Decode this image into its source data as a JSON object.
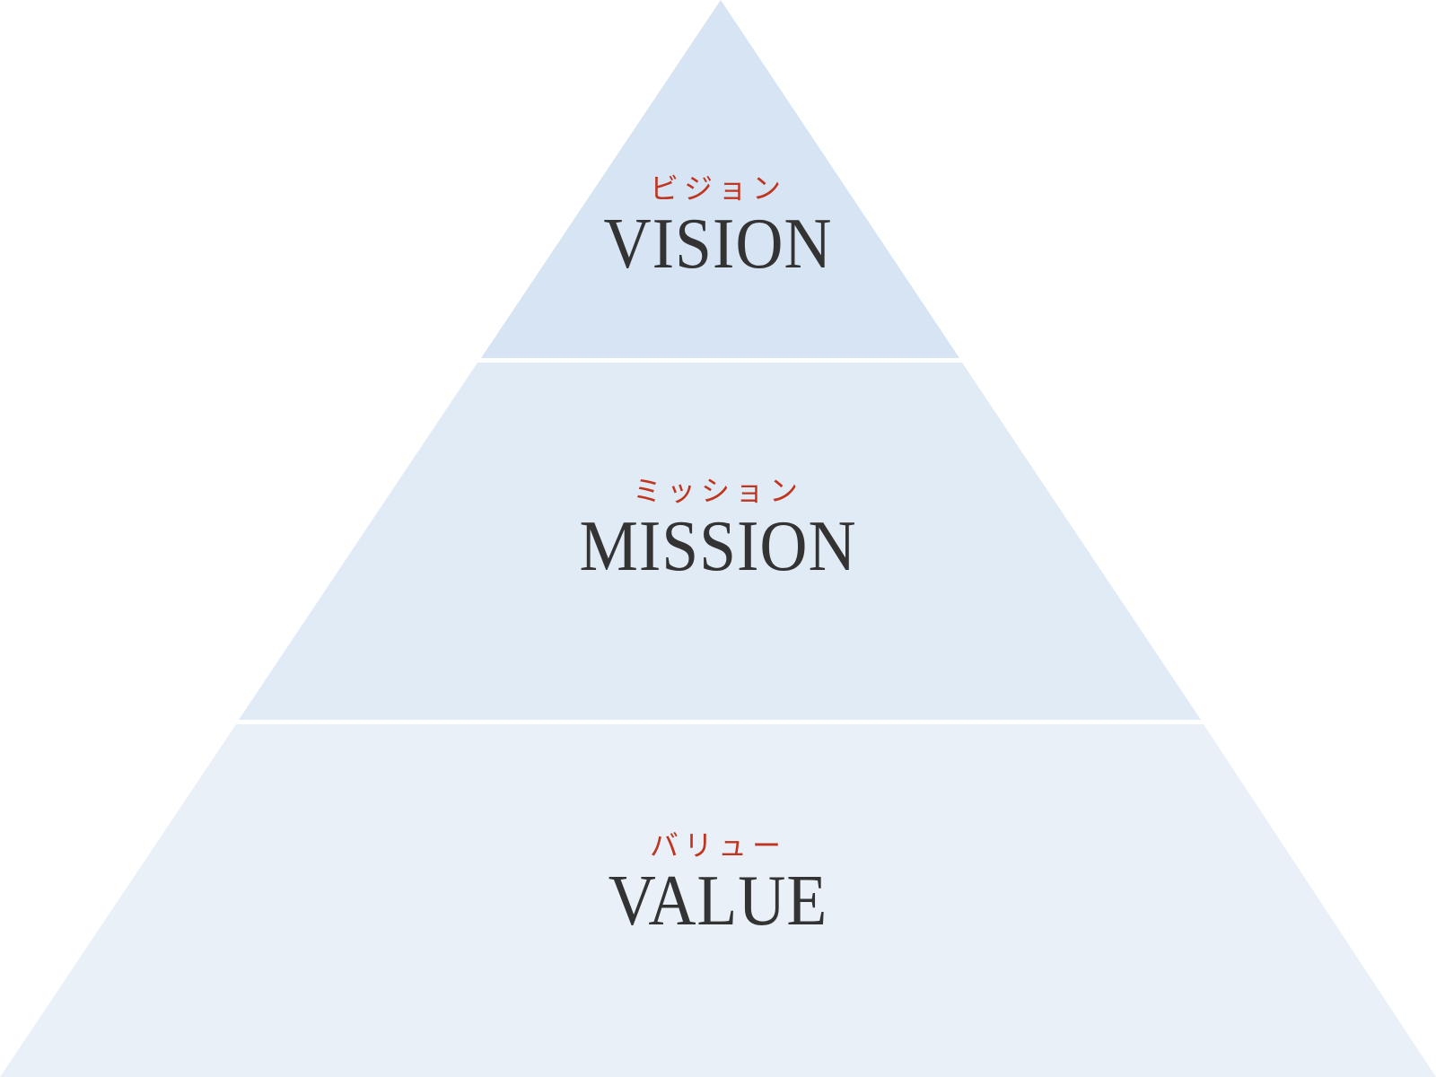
{
  "pyramid": {
    "tiers": [
      {
        "kana": "ビジョン",
        "title": "VISION",
        "fill": "#d6e4f3"
      },
      {
        "kana": "ミッション",
        "title": "MISSION",
        "fill": "#e0ebf6"
      },
      {
        "kana": "バリュー",
        "title": "VALUE",
        "fill": "#e9f0f8"
      }
    ],
    "accent_color": "#c0351f",
    "title_color": "#333333",
    "divider_color": "#ffffff"
  }
}
